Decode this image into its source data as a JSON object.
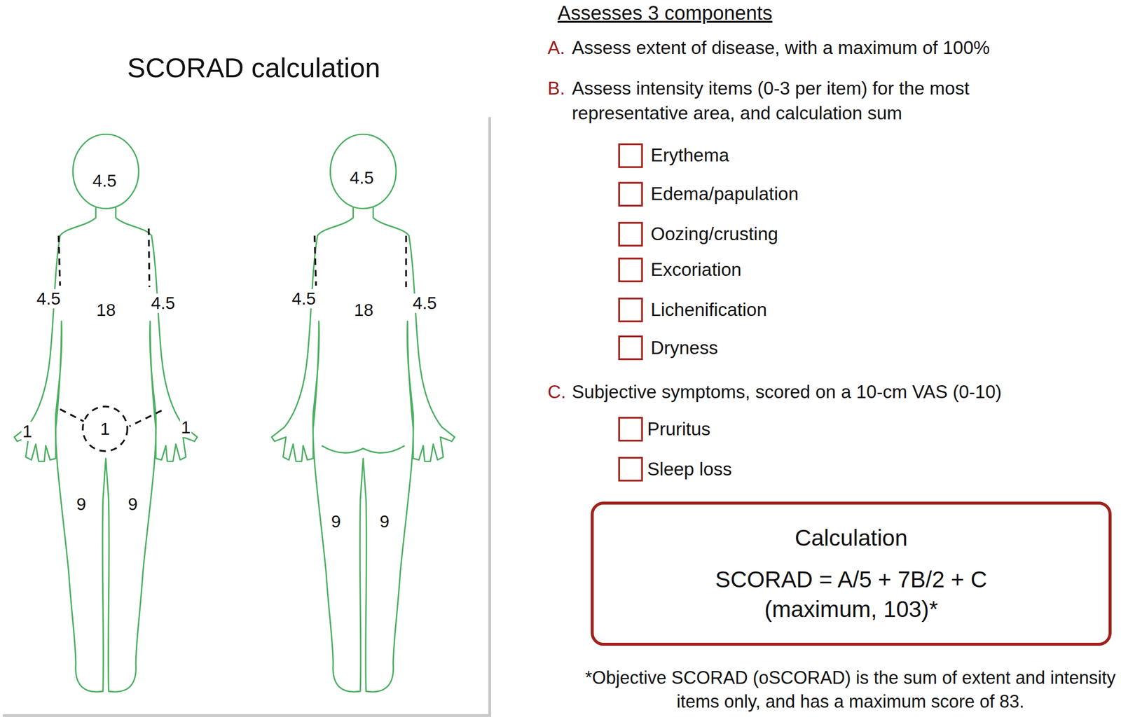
{
  "diagram": {
    "title": "SCORAD calculation",
    "caption": "*Objective SCORAD (oSCORAD) is the sum of extent and intensity items only, and has a maximum score of 83.",
    "nodes": [
      {
        "text": [
          "1"
        ]
      },
      {
        "text": [
          "Calculation",
          "SCORAD = A/5 + 7B/2 + C (maximum, 103)*"
        ]
      }
    ],
    "labels": [
      "Assesses 3 components",
      "A.",
      "Assess extent of disease, with a maximum of 100%",
      "B.",
      "Assess intensity items (0-3 per item) for the most representative area, and calculation sum",
      "Erythema",
      "Edema/papulation",
      "Oozing/crusting",
      "Excoriation",
      "Lichenification",
      "Dryness",
      "C.",
      "Subjective symptoms, scored on a 10-cm VAS (0-10)",
      "Pruritus",
      "Sleep loss",
      "4.5",
      "4.5",
      "18",
      "4.5",
      "1",
      "1",
      "9",
      "9",
      "4.5",
      "4.5",
      "18",
      "4.5",
      "9",
      "9"
    ]
  }
}
